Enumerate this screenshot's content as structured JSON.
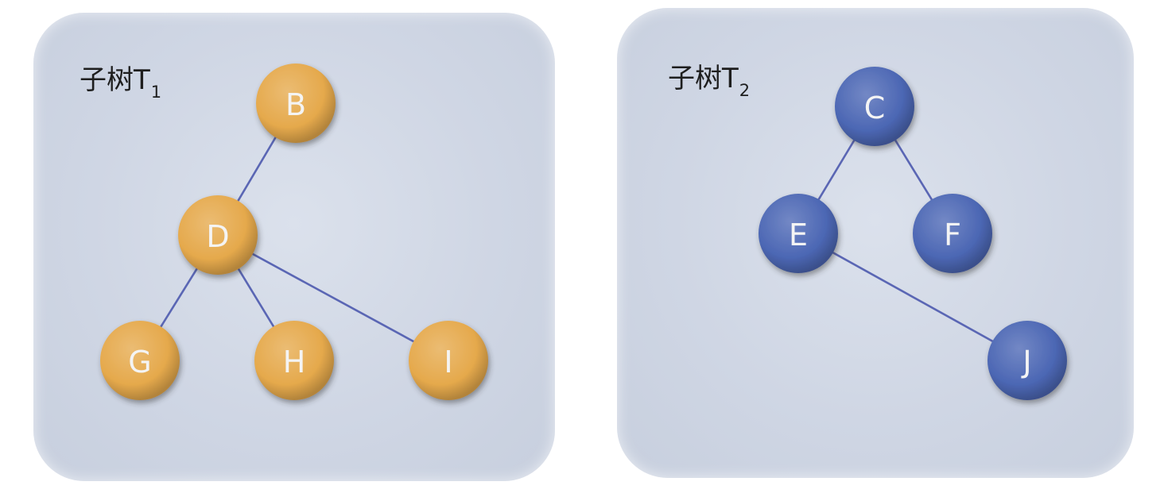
{
  "panels": [
    {
      "label": "子树T",
      "label_sub": "1",
      "node_style": "orange",
      "nodes": [
        {
          "id": "B",
          "label": "B"
        },
        {
          "id": "D",
          "label": "D"
        },
        {
          "id": "G",
          "label": "G"
        },
        {
          "id": "H",
          "label": "H"
        },
        {
          "id": "I",
          "label": "I"
        }
      ],
      "edges": [
        [
          "B",
          "D"
        ],
        [
          "D",
          "G"
        ],
        [
          "D",
          "H"
        ],
        [
          "D",
          "I"
        ]
      ]
    },
    {
      "label": "子树T",
      "label_sub": "2",
      "node_style": "blue",
      "nodes": [
        {
          "id": "C",
          "label": "C"
        },
        {
          "id": "E",
          "label": "E"
        },
        {
          "id": "F",
          "label": "F"
        },
        {
          "id": "J",
          "label": "J"
        }
      ],
      "edges": [
        [
          "C",
          "E"
        ],
        [
          "C",
          "F"
        ],
        [
          "E",
          "J"
        ]
      ]
    }
  ],
  "colors": {
    "orange_node": "#e5a94c",
    "blue_node": "#4c67b4",
    "edge": "#5a66b4",
    "panel": "#cfd6e4"
  }
}
